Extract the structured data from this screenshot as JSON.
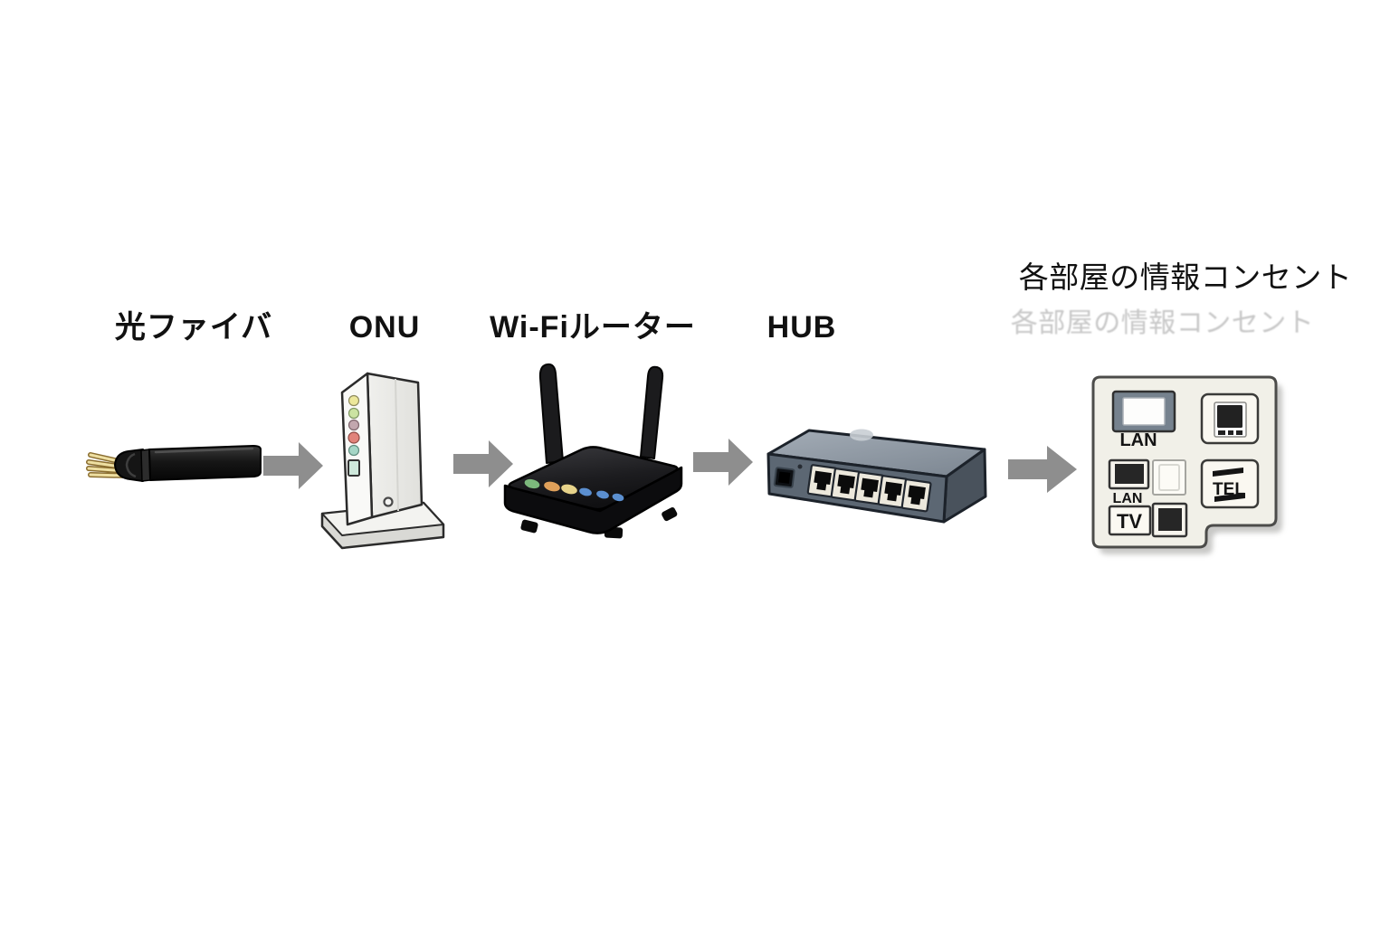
{
  "devices": [
    {
      "id": "fiber-cable",
      "label": "光ファイバ"
    },
    {
      "id": "onu",
      "label": "ONU"
    },
    {
      "id": "wifi-router",
      "label": "Wi-Fiルーター"
    },
    {
      "id": "hub",
      "label": "HUB"
    },
    {
      "id": "wall-outlet",
      "label": "各部屋の情報コンセント"
    }
  ],
  "ghost_label": "各部屋の情報コンセント",
  "outlet_ports": {
    "lan_large": "LAN",
    "lan_small": "LAN",
    "tv": "TV",
    "tel": "TEL"
  },
  "colors": {
    "background": "#ffffff",
    "label_text": "#111111",
    "arrow": "#8e8e8e",
    "fiber_strand": "#eedfa2",
    "onu_leds": [
      "#ece79b",
      "#cbe3a2",
      "#c2a7ae",
      "#e1837a",
      "#a5d6c6"
    ],
    "onu_port": "#cfe9dc",
    "router_leds": [
      "#7cb87c",
      "#dfa05a",
      "#e7d38a",
      "#5b8fd0",
      "#5b8fd0",
      "#5b8fd0"
    ],
    "hub_top": "#939da8",
    "hub_front": "#5c6773",
    "hub_side": "#49525c",
    "plate_fill": "#f1f0e8"
  }
}
